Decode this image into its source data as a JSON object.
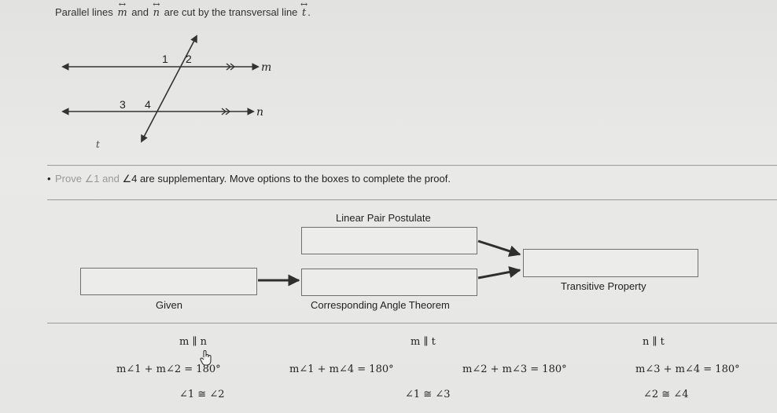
{
  "prompt": {
    "prefix": "Parallel lines",
    "line_m": "m",
    "and": "and",
    "line_n": "n",
    "suffix": "are cut by the transversal line",
    "line_t": "t",
    "period": "."
  },
  "diagram": {
    "angle_labels": [
      "1",
      "2",
      "3",
      "4"
    ],
    "line_labels": {
      "m": "m",
      "n": "n",
      "t": "t"
    }
  },
  "task": {
    "prefix": "Prove",
    "angle_a": "∠1",
    "and": "and",
    "angle_b": "∠4",
    "rest": "are supplementary. Move options to the boxes to complete the proof."
  },
  "proof": {
    "label_linear_pair": "Linear Pair Postulate",
    "label_transitive": "Transitive Property",
    "label_given": "Given",
    "label_corresponding": "Corresponding Angle Theorem"
  },
  "options": {
    "parallel_mn": "m ∥ n",
    "parallel_mt": "m ∥ t",
    "parallel_nt": "n ∥ t",
    "sum12": "m∠1 + m∠2 = 180°",
    "sum14": "m∠1 + m∠4 = 180°",
    "sum23": "m∠2 + m∠3 = 180°",
    "sum34": "m∠3 + m∠4 = 180°",
    "cong12": "∠1 ≅ ∠2",
    "cong13": "∠1 ≅ ∠3",
    "cong24": "∠2 ≅ ∠4"
  },
  "colors": {
    "slot_border": "#6f6f6f",
    "slot_fill": "#ececea",
    "arrow": "#2e2e2e"
  }
}
